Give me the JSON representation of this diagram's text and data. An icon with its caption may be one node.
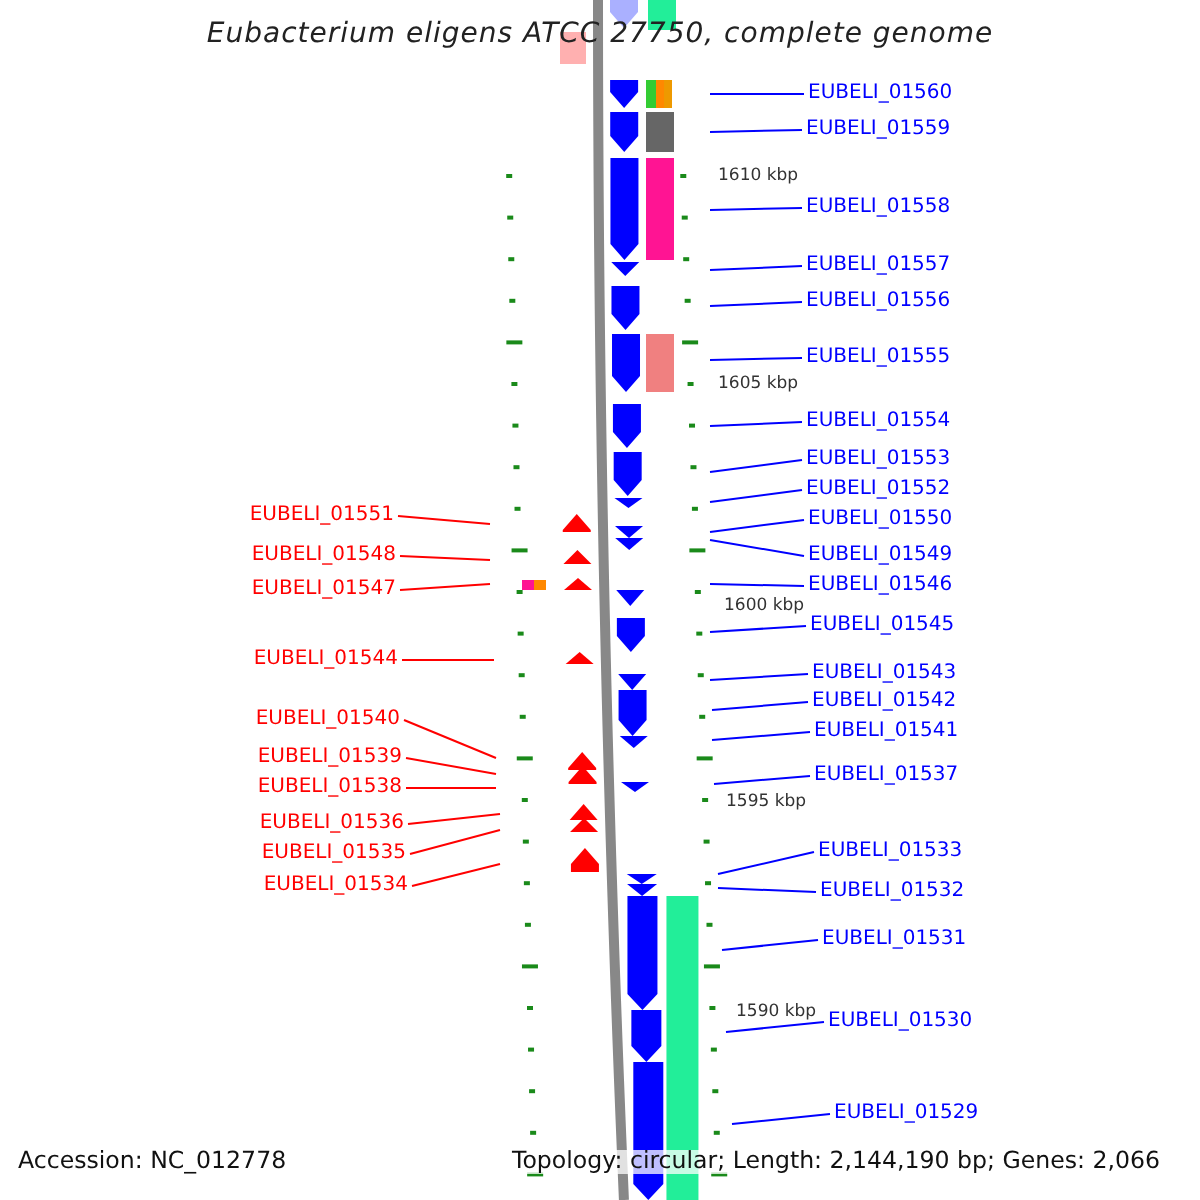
{
  "diagram": {
    "title": "Eubacterium eligens ATCC 27750, complete genome",
    "nodes": [
      {
        "text": [
          "EUBELI_01560"
        ]
      },
      {
        "text": [
          "EUBELI_01559"
        ]
      },
      {
        "text": [
          "EUBELI_01558"
        ]
      },
      {
        "text": [
          "EUBELI_01557"
        ]
      },
      {
        "text": [
          "EUBELI_01556"
        ]
      },
      {
        "text": [
          "EUBELI_01555"
        ]
      },
      {
        "text": [
          "EUBELI_01554"
        ]
      },
      {
        "text": [
          "EUBELI_01553"
        ]
      },
      {
        "text": [
          "EUBELI_01552"
        ]
      },
      {
        "text": [
          "EUBELI_01550"
        ]
      },
      {
        "text": [
          "EUBELI_01549"
        ]
      },
      {
        "text": [
          "EUBELI_01546"
        ]
      },
      {
        "text": [
          "EUBELI_01545"
        ]
      },
      {
        "text": [
          "EUBELI_01543"
        ]
      },
      {
        "text": [
          "EUBELI_01542"
        ]
      },
      {
        "text": [
          "EUBELI_01541"
        ]
      },
      {
        "text": [
          "EUBELI_01537"
        ]
      },
      {
        "text": [
          "EUBELI_01533"
        ]
      },
      {
        "text": [
          "EUBELI_01532"
        ]
      },
      {
        "text": [
          "EUBELI_01531"
        ]
      },
      {
        "text": [
          "EUBELI_01530"
        ]
      },
      {
        "text": [
          "EUBELI_01529"
        ]
      },
      {
        "text": [
          "EUBELI_01551"
        ]
      },
      {
        "text": [
          "EUBELI_01548"
        ]
      },
      {
        "text": [
          "EUBELI_01547"
        ]
      },
      {
        "text": [
          "EUBELI_01544"
        ]
      },
      {
        "text": [
          "EUBELI_01540"
        ]
      },
      {
        "text": [
          "EUBELI_01539"
        ]
      },
      {
        "text": [
          "EUBELI_01538"
        ]
      },
      {
        "text": [
          "EUBELI_01536"
        ]
      },
      {
        "text": [
          "EUBELI_01535"
        ]
      },
      {
        "text": [
          "EUBELI_01534"
        ]
      },
      {
        "text": [],
        "shape": "picture"
      }
    ],
    "edges": [
      {
        "from": 0,
        "to": 32,
        "arrow": "none"
      },
      {
        "from": 1,
        "to": 32,
        "arrow": "none"
      },
      {
        "from": 2,
        "to": 32,
        "arrow": "none"
      },
      {
        "from": 3,
        "to": 32,
        "arrow": "none"
      },
      {
        "from": 4,
        "to": 32,
        "arrow": "none"
      },
      {
        "from": 5,
        "to": 32,
        "arrow": "none"
      },
      {
        "from": 6,
        "to": 32,
        "arrow": "none"
      },
      {
        "from": 7,
        "to": 32,
        "arrow": "none"
      },
      {
        "from": 8,
        "to": 32,
        "arrow": "none"
      },
      {
        "from": 9,
        "to": 32,
        "arrow": "none"
      },
      {
        "from": 10,
        "to": 32,
        "arrow": "none"
      },
      {
        "from": 11,
        "to": 32,
        "arrow": "none"
      },
      {
        "from": 12,
        "to": 32,
        "arrow": "none"
      },
      {
        "from": 13,
        "to": 32,
        "arrow": "none"
      },
      {
        "from": 14,
        "to": 32,
        "arrow": "none"
      },
      {
        "from": 15,
        "to": 32,
        "arrow": "none"
      },
      {
        "from": 16,
        "to": 32,
        "arrow": "none"
      },
      {
        "from": 17,
        "to": 32,
        "arrow": "none"
      },
      {
        "from": 18,
        "to": 32,
        "arrow": "none"
      },
      {
        "from": 19,
        "to": 32,
        "arrow": "none"
      },
      {
        "from": 20,
        "to": 32,
        "arrow": "none"
      },
      {
        "from": 21,
        "to": 32,
        "arrow": "none"
      },
      {
        "from": 22,
        "to": 32,
        "arrow": "none",
        "color": "#ff0000"
      },
      {
        "from": 23,
        "to": 32,
        "arrow": "none",
        "color": "#ff0000"
      },
      {
        "from": 24,
        "to": 32,
        "arrow": "none",
        "color": "#ff0000"
      },
      {
        "from": 25,
        "to": 32,
        "arrow": "none",
        "color": "#ff0000"
      },
      {
        "from": 26,
        "to": 32,
        "arrow": "none",
        "color": "#ff0000"
      },
      {
        "from": 27,
        "to": 32,
        "arrow": "none",
        "color": "#ff0000"
      },
      {
        "from": 28,
        "to": 32,
        "arrow": "none",
        "color": "#ff0000"
      },
      {
        "from": 29,
        "to": 32,
        "arrow": "none",
        "color": "#ff0000"
      },
      {
        "from": 30,
        "to": 32,
        "arrow": "none",
        "color": "#ff0000"
      },
      {
        "from": 31,
        "to": 32,
        "arrow": "none",
        "color": "#ff0000"
      }
    ],
    "labels": [
      "1610 kbp",
      "1605 kbp",
      "1600 kbp",
      "1595 kbp",
      "1590 kbp",
      "Accession: NC_012778",
      "Topology: circular; Length: 2,144,190 bp; Genes: 2,066"
    ]
  }
}
